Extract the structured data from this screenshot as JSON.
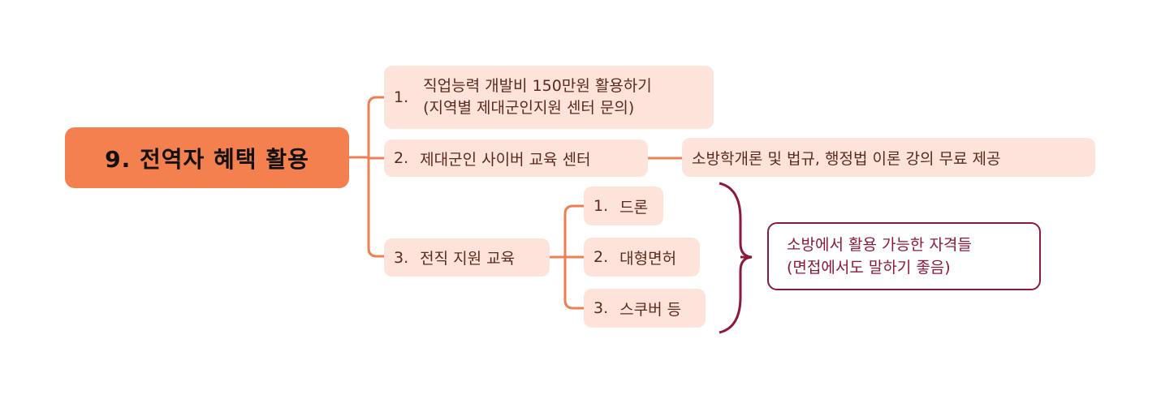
{
  "colors": {
    "root_fill": "#F5804F",
    "branch_fill": "#FDE3D9",
    "connector": "#EE7F52",
    "brace": "#8B1A3A",
    "summary_text": "#8B1A3A",
    "branch_text": "#5A2A1E"
  },
  "root": {
    "label": "9.  전역자 혜택 활용"
  },
  "branches": [
    {
      "number": "1.",
      "lines": [
        "직업능력 개발비 150만원 활용하기",
        "(지역별 제대군인지원 센터 문의)"
      ]
    },
    {
      "number": "2.",
      "label": "제대군인 사이버 교육 센터",
      "child": {
        "label": "소방학개론 및 법규, 행정법 이론 강의 무료 제공"
      }
    },
    {
      "number": "3.",
      "label": "전직 지원 교육",
      "children": [
        {
          "number": "1.",
          "label": "드론"
        },
        {
          "number": "2.",
          "label": "대형면허"
        },
        {
          "number": "3.",
          "label": "스쿠버 등"
        }
      ]
    }
  ],
  "summary": {
    "lines": [
      "소방에서 활용 가능한 자격들",
      "(면접에서도 말하기 좋음)"
    ]
  }
}
